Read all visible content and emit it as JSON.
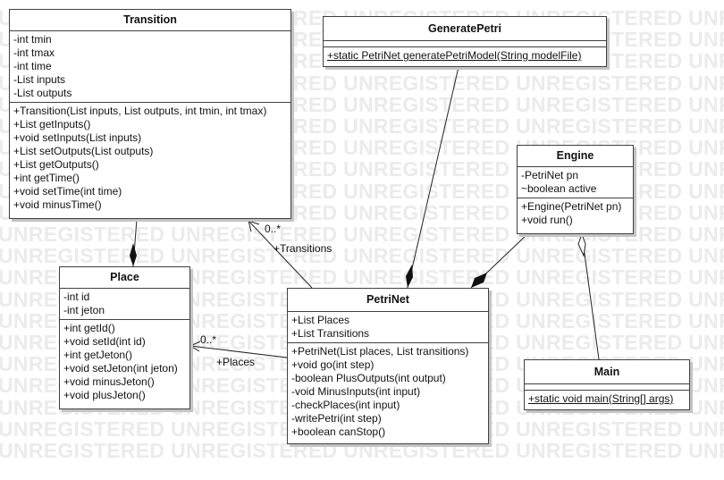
{
  "watermark": "UNREGISTERED",
  "classes": {
    "transition": {
      "name": "Transition",
      "attributes": [
        "-int tmin",
        "-int tmax",
        "-int time",
        "-List inputs",
        "-List outputs"
      ],
      "operations": [
        "+Transition(List inputs, List outputs, int tmin, int tmax)",
        "+List getInputs()",
        "+void setInputs(List inputs)",
        "+List setOutputs(List outputs)",
        "+List getOutputs()",
        "+int getTime()",
        "+void setTime(int time)",
        "+void minusTime()"
      ]
    },
    "generatepetri": {
      "name": "GeneratePetri",
      "attributes": [],
      "operations": [
        "+static PetriNet generatePetriModel(String modelFile)"
      ]
    },
    "engine": {
      "name": "Engine",
      "attributes": [
        "-PetriNet pn",
        "~boolean active"
      ],
      "operations": [
        "+Engine(PetriNet pn)",
        "+void run()"
      ]
    },
    "place": {
      "name": "Place",
      "attributes": [
        "-int id",
        "-int jeton"
      ],
      "operations": [
        "+int getId()",
        "+void setId(int id)",
        "+int getJeton()",
        "+void setJeton(int jeton)",
        "+void minusJeton()",
        "+void plusJeton()"
      ]
    },
    "petrinet": {
      "name": "PetriNet",
      "attributes": [
        "+List Places",
        "+List Transitions"
      ],
      "operations": [
        "+PetriNet(List places, List transitions)",
        "+void go(int step)",
        "-boolean PlusOutputs(int output)",
        "-void MinusInputs(int input)",
        "-checkPlaces(int input)",
        "-writePetri(int step)",
        "+boolean canStop()"
      ]
    },
    "main": {
      "name": "Main",
      "attributes": [],
      "operations": [
        "+static void main(String[] args)"
      ]
    }
  },
  "edges": {
    "transitions_mult": "0..*",
    "transitions_role": "+Transitions",
    "places_mult": "0..*",
    "places_role": "+Places"
  }
}
